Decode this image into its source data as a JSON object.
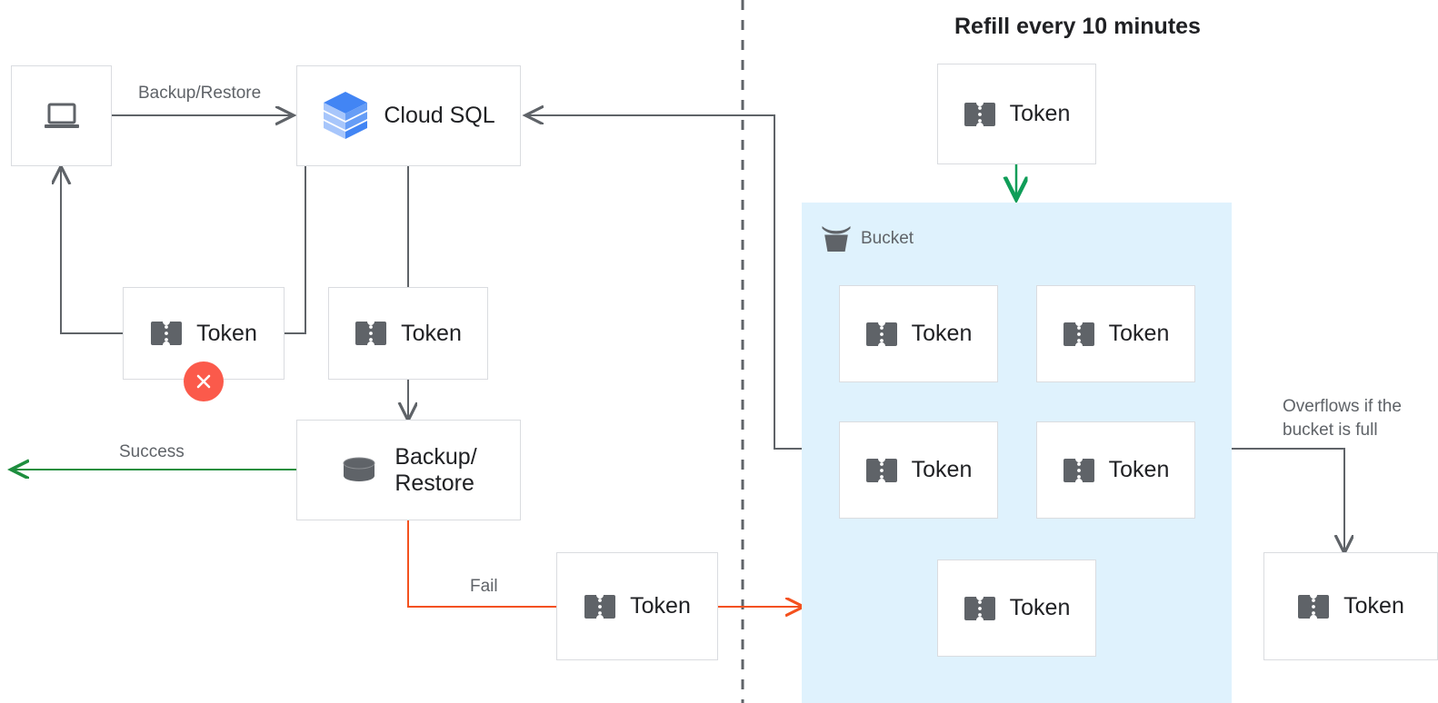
{
  "diagram": {
    "title_right": "Refill every 10 minutes",
    "colors": {
      "accent_blue": "#4285f4",
      "bucket_fill": "#dff2fd",
      "success_green": "#1e8e3e",
      "refill_green": "#0f9d58",
      "fail_red": "#f4511e",
      "error_red": "#fb5a4b",
      "edge_gray": "#5f6368",
      "node_border": "#dadce0",
      "text_dark": "#202124",
      "text_muted": "#5f6368"
    }
  },
  "nodes": {
    "client": {
      "label": "",
      "icon": "laptop-icon"
    },
    "cloud_sql": {
      "label": "Cloud SQL",
      "icon": "cloud-sql-icon"
    },
    "token_left": {
      "label": "Token",
      "icon": "token-icon",
      "badge": "error-x-badge"
    },
    "token_mid": {
      "label": "Token",
      "icon": "token-icon"
    },
    "backup_restore": {
      "label": "Backup/\nRestore",
      "line1": "Backup/",
      "line2": "Restore",
      "icon": "database-icon"
    },
    "token_fail": {
      "label": "Token",
      "icon": "token-icon"
    },
    "token_refill": {
      "label": "Token",
      "icon": "token-icon"
    },
    "token_overflow": {
      "label": "Token",
      "icon": "token-icon"
    }
  },
  "bucket": {
    "label": "Bucket",
    "icon": "bucket-icon",
    "tokens": [
      {
        "label": "Token"
      },
      {
        "label": "Token"
      },
      {
        "label": "Token"
      },
      {
        "label": "Token"
      },
      {
        "label": "Token"
      }
    ]
  },
  "edges": {
    "backup_restore_label": "Backup/Restore",
    "success_label": "Success",
    "fail_label": "Fail",
    "overflow_label_line1": "Overflows if the",
    "overflow_label_line2": "bucket is full"
  }
}
